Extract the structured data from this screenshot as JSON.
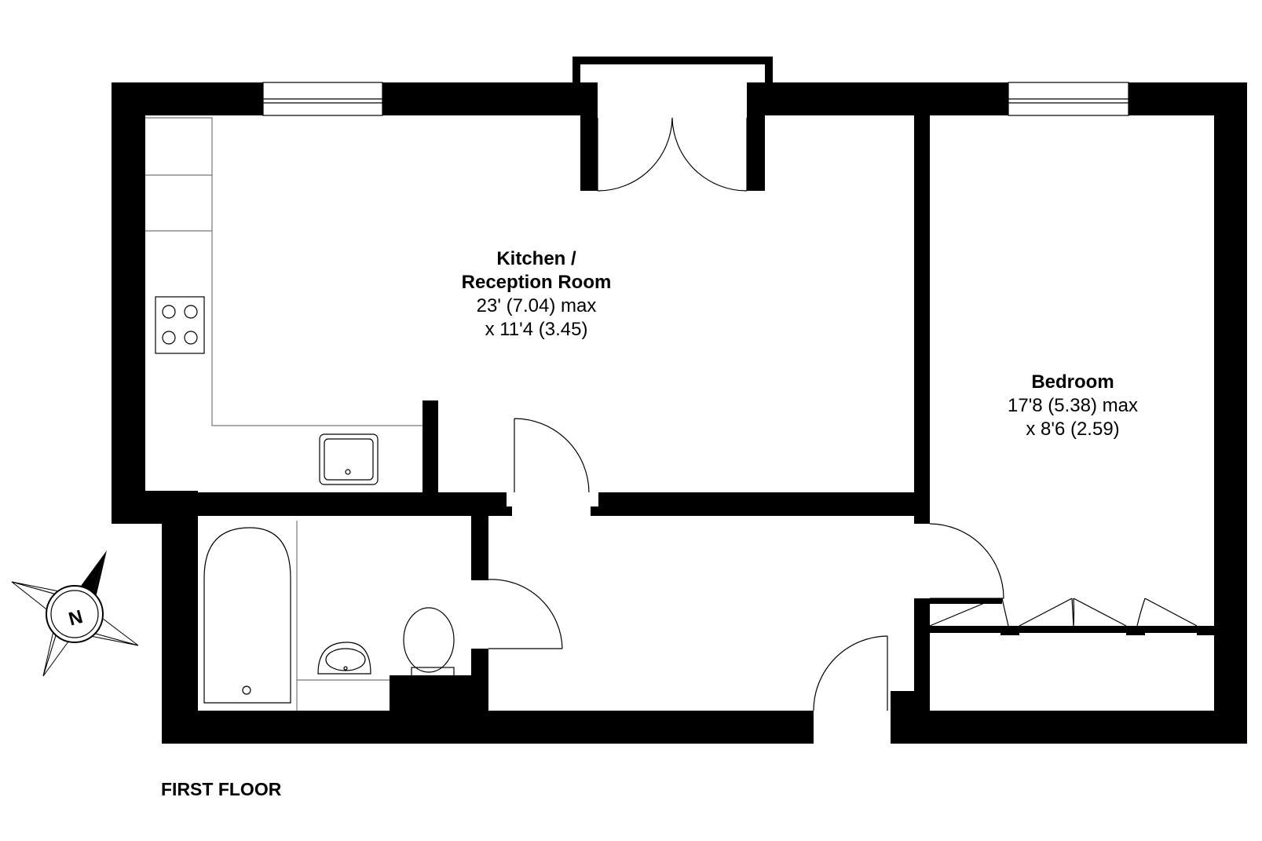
{
  "floor": {
    "label": "FIRST FLOOR"
  },
  "rooms": {
    "kitchen": {
      "name_line1": "Kitchen /",
      "name_line2": "Reception Room",
      "dim_line1": "23' (7.04) max",
      "dim_line2": "x 11'4 (3.45)"
    },
    "bedroom": {
      "name": "Bedroom",
      "dim_line1": "17'8 (5.38) max",
      "dim_line2": "x 8'6 (2.59)"
    }
  },
  "compass": {
    "letter": "N",
    "icon": "compass-north-icon"
  },
  "colors": {
    "wall": "#000000",
    "background": "#ffffff"
  }
}
